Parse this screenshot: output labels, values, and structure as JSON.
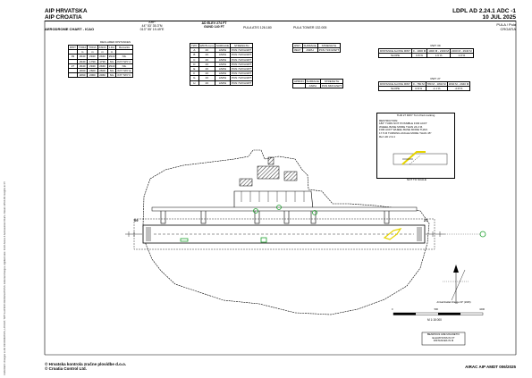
{
  "header": {
    "title_line1": "AIP HRVATSKA",
    "title_line2": "AIP CROATIA",
    "ref_line1": "LDPL AD 2.24.1 ADC -1",
    "ref_line2": "10 JUL 2025"
  },
  "subheader": {
    "chart_title": "AERODROME CHART - ICAO",
    "right_line1": "PULA / Pula",
    "right_line2": "CROATIA"
  },
  "arp": {
    "label": "ARP",
    "lat": "44° 53' 35.3\"N",
    "lon": "013° 55' 19.49\"E"
  },
  "elev": {
    "line1": "AD ELEV 274 FT",
    "line2": "GUND 140 FT"
  },
  "freqs": {
    "atis": "PULA ATIS 126.180",
    "tower": "PULA TOWER 132.005"
  },
  "declared_distances": {
    "title": "DECLARED DISTANCES",
    "headers": [
      "RWY",
      "TORA",
      "TODA",
      "ASDA",
      "LDA",
      "Remarks"
    ],
    "units": [
      "",
      "m",
      "m",
      "m",
      "m",
      ""
    ],
    "rows": [
      [
        "09",
        "2940",
        "2940",
        "2940",
        "2940",
        "NIL"
      ],
      [
        "",
        "2940",
        "1790",
        "1790",
        "NIL",
        "INT TWY C"
      ],
      [
        "27",
        "2940",
        "2940",
        "2940",
        "2940",
        "NIL"
      ],
      [
        "",
        "2600",
        "2600",
        "2600",
        "NIL",
        "INT TWY E"
      ],
      [
        "",
        "2060",
        "2060",
        "2060",
        "NIL",
        "INT TWY F"
      ]
    ]
  },
  "twy_table": {
    "headers": [
      "TWY",
      "WIDTH (m)",
      "SURFACE",
      "STRENGTH"
    ],
    "rows": [
      [
        "A",
        "23",
        "ASPH",
        "PCN 71/F/A/W/T"
      ],
      [
        "B",
        "23",
        "ASPH",
        "PCN 71/F/A/W/T"
      ],
      [
        "C",
        "23",
        "ASPH",
        "PCN 71/F/A/W/T"
      ],
      [
        "D",
        "23",
        "ASPH",
        "PCN 71/F/A/W/T"
      ],
      [
        "E",
        "23",
        "ASPH",
        "PCN 71/F/A/W/T"
      ],
      [
        "F",
        "23",
        "ASPH",
        "PCN 71/F/A/W/T"
      ],
      [
        "G",
        "23",
        "ASPH",
        "PCN 71/F/A/W/T"
      ],
      [
        "H",
        "23",
        "ASPH",
        "PCN 71/F/A/W/T"
      ]
    ]
  },
  "rwy_table": {
    "headers": [
      "RWY",
      "SURFACE",
      "STRENGTH"
    ],
    "rows": [
      [
        "09/27",
        "ASPH",
        "PCN 71/F/A/W/T"
      ]
    ]
  },
  "apron_table": {
    "headers": [
      "APRON",
      "SURFACE",
      "STRENGTH"
    ],
    "rows": [
      [
        "",
        "ASPH",
        "PCN 66/F/A/W/T"
      ]
    ]
  },
  "rwy09_slope": {
    "title": "RWY 09",
    "headers": [
      "DISTANCE ALONG RWY",
      "0 - 1000 M",
      "1000 M - 2160 M",
      "2160 M - 2940 M"
    ],
    "slope_label": "SLOPE",
    "values": [
      "0.8 %",
      "1.6 %",
      "1.0 %"
    ]
  },
  "rwy27_slope": {
    "title": "RWY 27",
    "headers": [
      "DISTANCE ALONG RWY",
      "0 - 780 M",
      "780 M - 1840 M",
      "1840 M - 2940 M"
    ],
    "slope_label": "SLOPE",
    "values": [
      "0.8 %",
      "-1.1 %",
      "-0.8 %"
    ]
  },
  "turn_pad": {
    "title": "THR 27 RWY Turn Pad marking",
    "restriction_label": "RESTRICTION:",
    "lines": [
      "180° TURN NOT POSSIBLE FOR ACFT",
      "WHEEL BASE MORE THAN 24.2 M,",
      "FOR ACFT WHEEL BASE MORE THAN",
      "17.5 M TURNING ANGLE MORE THAN 45°",
      "Ref. AD 2.9.4"
    ],
    "not_to_scale": "NOT TO SCALE"
  },
  "runway_labels": {
    "left": "09",
    "right": "27"
  },
  "scale": {
    "label": "M 1:15 000",
    "figures": [
      "0",
      "500",
      "1000"
    ]
  },
  "north_arrow": {
    "label": "Arrival Radial Change 03° (2025)"
  },
  "bearings_note": {
    "line1": "BEARINGS ARE MAGNETIC",
    "line2": "ELEVATIONS IN FT",
    "line3": "DISTANCES IN M"
  },
  "footer": {
    "copyright1": "© Hrvatska kontrola zračne plovidbe d.o.o.",
    "copyright2": "© Croatia Control Ltd.",
    "amdt": "AIRAC AIP  AMDT 006/2025"
  },
  "margin_note": "CHANGES: changes to AD INFORMATION, LAYOUT, TWY & APRON DESIGNATIONS. Editorial changes. Applied rules: ICAO Annex 4 Aeronautical Charts. Datum: WGS-84. Heights in FT.",
  "colors": {
    "stroke": "#000000",
    "marking_yellow": "#e6d400",
    "marking_green": "#1ea12e",
    "hatch": "#4d4d4d"
  }
}
